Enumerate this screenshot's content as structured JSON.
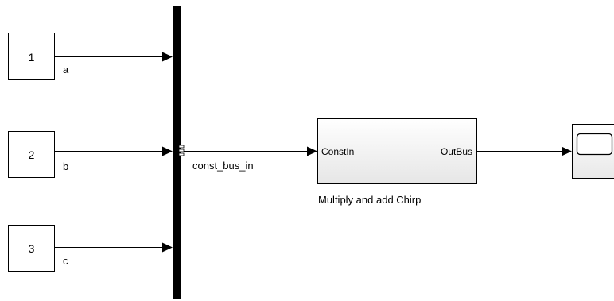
{
  "constants": [
    {
      "value": "1",
      "signal": "a"
    },
    {
      "value": "2",
      "signal": "b"
    },
    {
      "value": "3",
      "signal": "c"
    }
  ],
  "bus_signal_label": "const_bus_in",
  "subsystem": {
    "in_port": "ConstIn",
    "out_port": "OutBus",
    "name": "Multiply and add Chirp"
  },
  "colors": {
    "block_stroke": "#000000",
    "subsystem_fill_top": "#ffffff",
    "subsystem_fill_bottom": "#e9e9e9",
    "bus_creator": "#000000"
  },
  "icons": {
    "scope": "scope-icon"
  }
}
